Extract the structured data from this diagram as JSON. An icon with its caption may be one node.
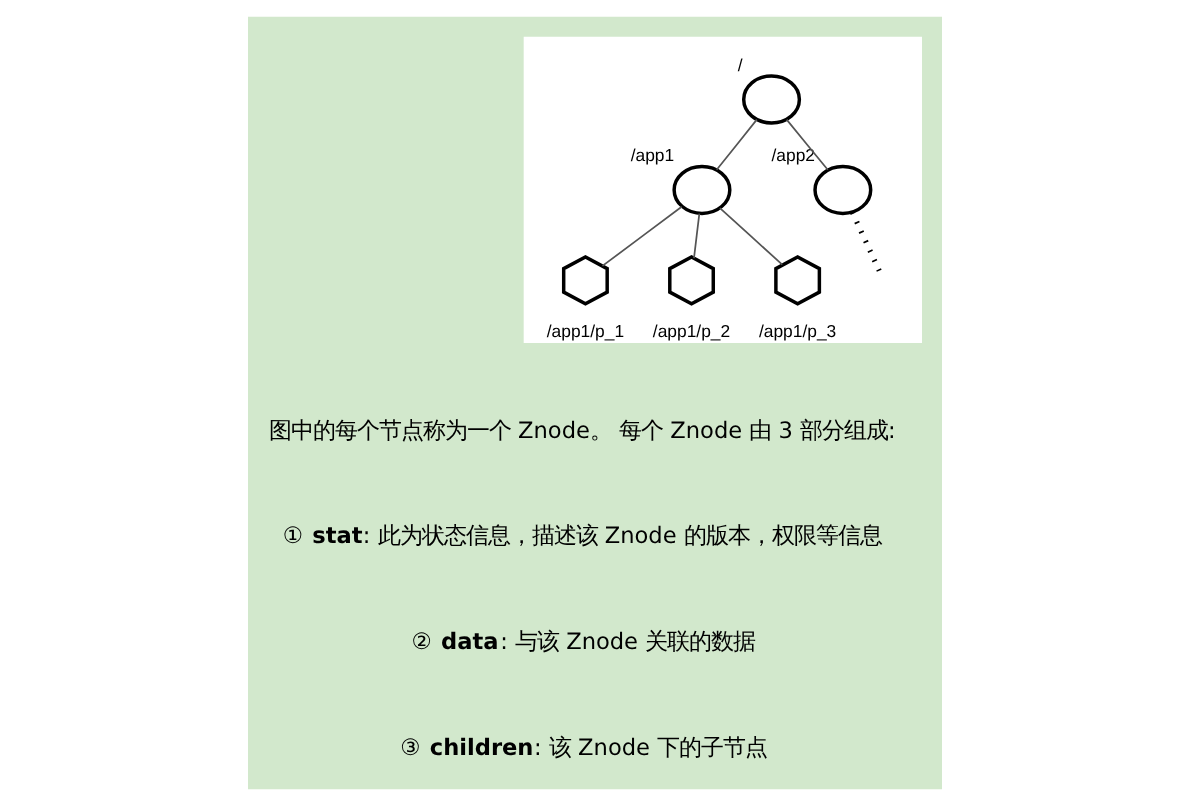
{
  "diagram": {
    "nodes": [
      {
        "text": [],
        "shape": "box"
      },
      {
        "text": [
          "/"
        ],
        "in": 0
      },
      {
        "text": [
          "/app1"
        ],
        "in": 0
      },
      {
        "text": [
          "/app2"
        ],
        "in": 0
      },
      {
        "text": [
          "/app1/p_1"
        ],
        "in": 0
      },
      {
        "text": [
          "/app1/p_2"
        ],
        "in": 0
      },
      {
        "text": [
          "/app1/p_3"
        ],
        "in": 0
      }
    ],
    "edges": [
      {
        "from": 1,
        "to": 2,
        "arrow": "none"
      },
      {
        "from": 1,
        "to": 3,
        "arrow": "none"
      },
      {
        "from": 2,
        "to": 4,
        "arrow": "none"
      },
      {
        "from": 2,
        "to": 5,
        "arrow": "none"
      },
      {
        "from": 2,
        "to": 6,
        "arrow": "none"
      },
      {
        "from": 3,
        "to": null,
        "arrow": "none",
        "style": "dashed"
      }
    ],
    "labels": [
      "图中的每个节点称为一个 Znode。 每个 Znode 由 3 部分组成:",
      "① **stat**: 此为状态信息，描述该 Znode 的版本，权限等信息",
      "② **data**: 与该 Znode 关联的数据",
      "③ **children**: 该 Znode 下的子节点"
    ]
  }
}
